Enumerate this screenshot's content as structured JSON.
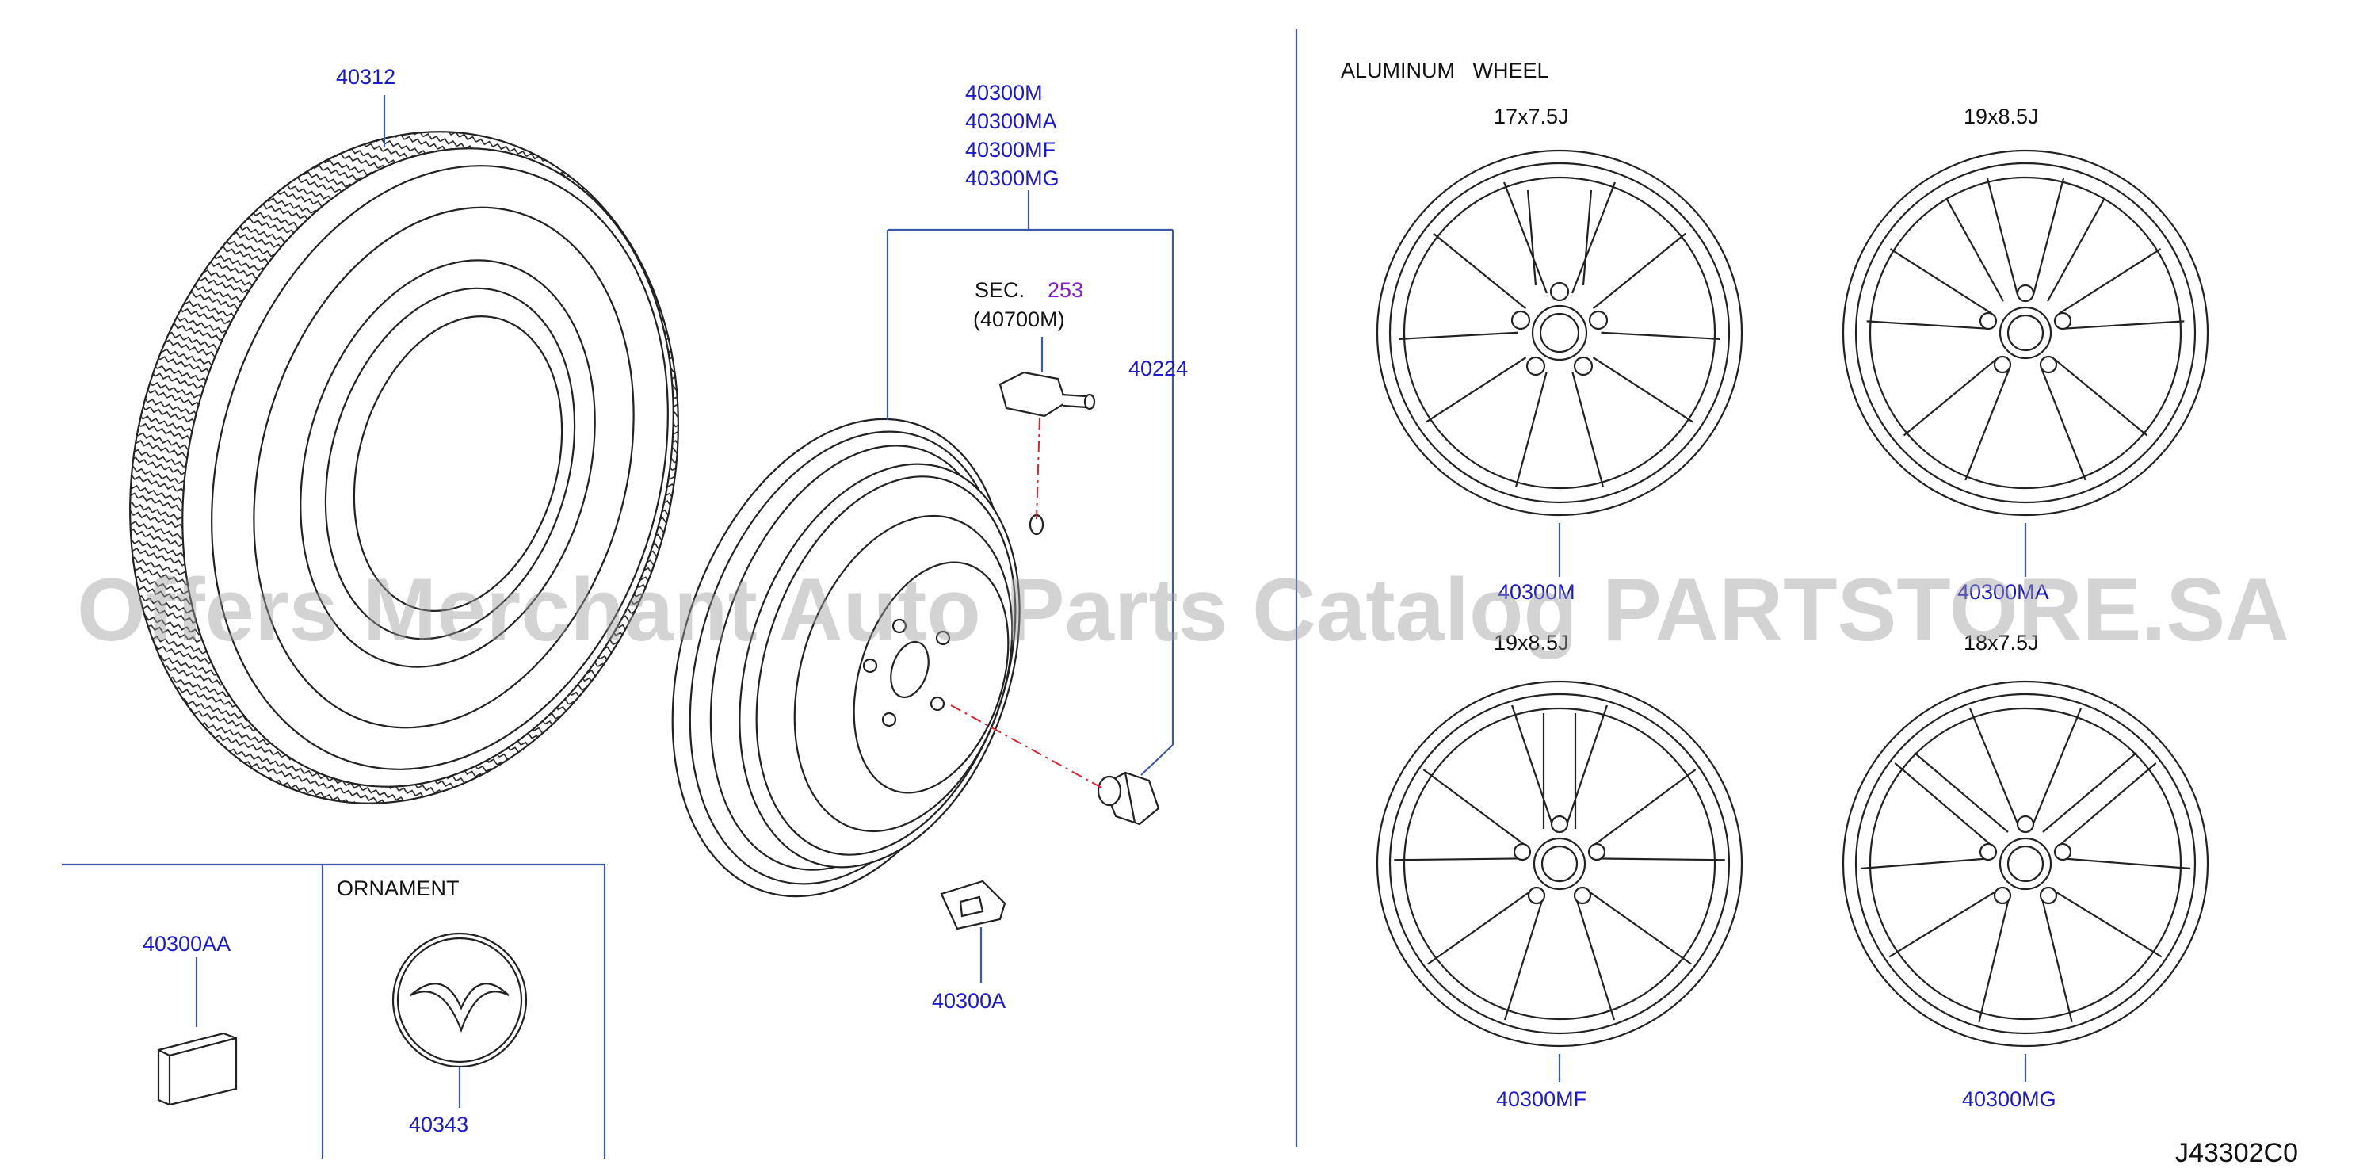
{
  "diagram": {
    "code": "J43302C0",
    "watermark": "Offers Merchant Auto Parts Catalog PARTSTORE.SA",
    "sections": {
      "ornament_title": "ORNAMENT",
      "wheel_title": "ALUMINUM   WHEEL"
    },
    "sec_ref": {
      "prefix": "SEC.",
      "number": "253",
      "sub": "(40700M)"
    },
    "callouts": {
      "tire": "40312",
      "wheel_group": [
        "40300M",
        "40300MA",
        "40300MF",
        "40300MG"
      ],
      "nut": "40224",
      "weight": "40300A",
      "weight_box": "40300AA",
      "ornament": "40343"
    },
    "wheels": [
      {
        "size": "17x7.5J",
        "part": "40300M"
      },
      {
        "size": "19x8.5J",
        "part": "40300MA"
      },
      {
        "size": "19x8.5J",
        "part": "40300MF"
      },
      {
        "size": "18x7.5J",
        "part": "40300MG"
      }
    ]
  },
  "colors": {
    "callout": "#1a1acc",
    "sec_number": "#8a1ad6",
    "leader": "#3a5aa8",
    "centerline": "#e0202a"
  }
}
